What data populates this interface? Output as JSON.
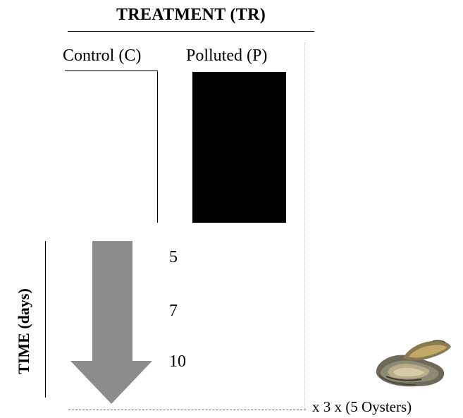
{
  "treatment": {
    "title": "TREATMENT (TR)",
    "control_label": "Control (C)",
    "polluted_label": "Polluted (P)"
  },
  "time": {
    "label": "TIME (days)",
    "days": [
      "5",
      "7",
      "10"
    ]
  },
  "replication": {
    "text": "x 3 x (5 Oysters)"
  },
  "colors": {
    "arrow": "#8c8c8c",
    "polluted_fill": "#000000"
  },
  "icons": {
    "oyster": "oyster-image"
  }
}
